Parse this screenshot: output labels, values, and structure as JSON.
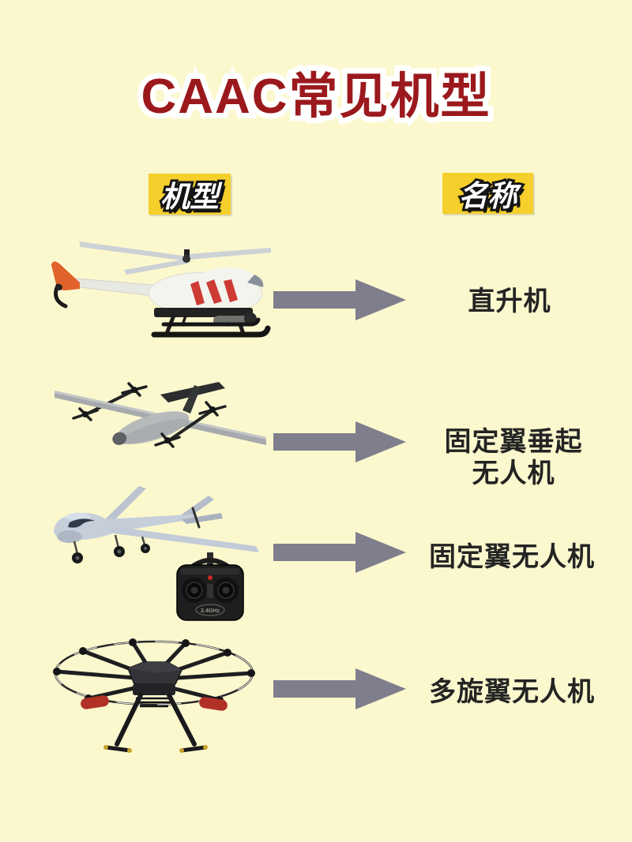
{
  "poster": {
    "title": "CAAC常见机型",
    "background_color": "#FBF8CE",
    "title_color": "#9B191D",
    "highlight_color": "#F5CF2B",
    "arrow_color": "#7E7E8C",
    "label_color": "#242424"
  },
  "columns": {
    "left_header": "机型",
    "right_header": "名称"
  },
  "rows": [
    {
      "icon": "helicopter-image",
      "name": "直升机"
    },
    {
      "icon": "vtol-fixed-wing-image",
      "name_line1": "固定翼垂起",
      "name_line2": "无人机"
    },
    {
      "icon": "fixed-wing-image",
      "name": "固定翼无人机",
      "remote_label": "2.4GHz"
    },
    {
      "icon": "multirotor-image",
      "name": "多旋翼无人机"
    }
  ]
}
